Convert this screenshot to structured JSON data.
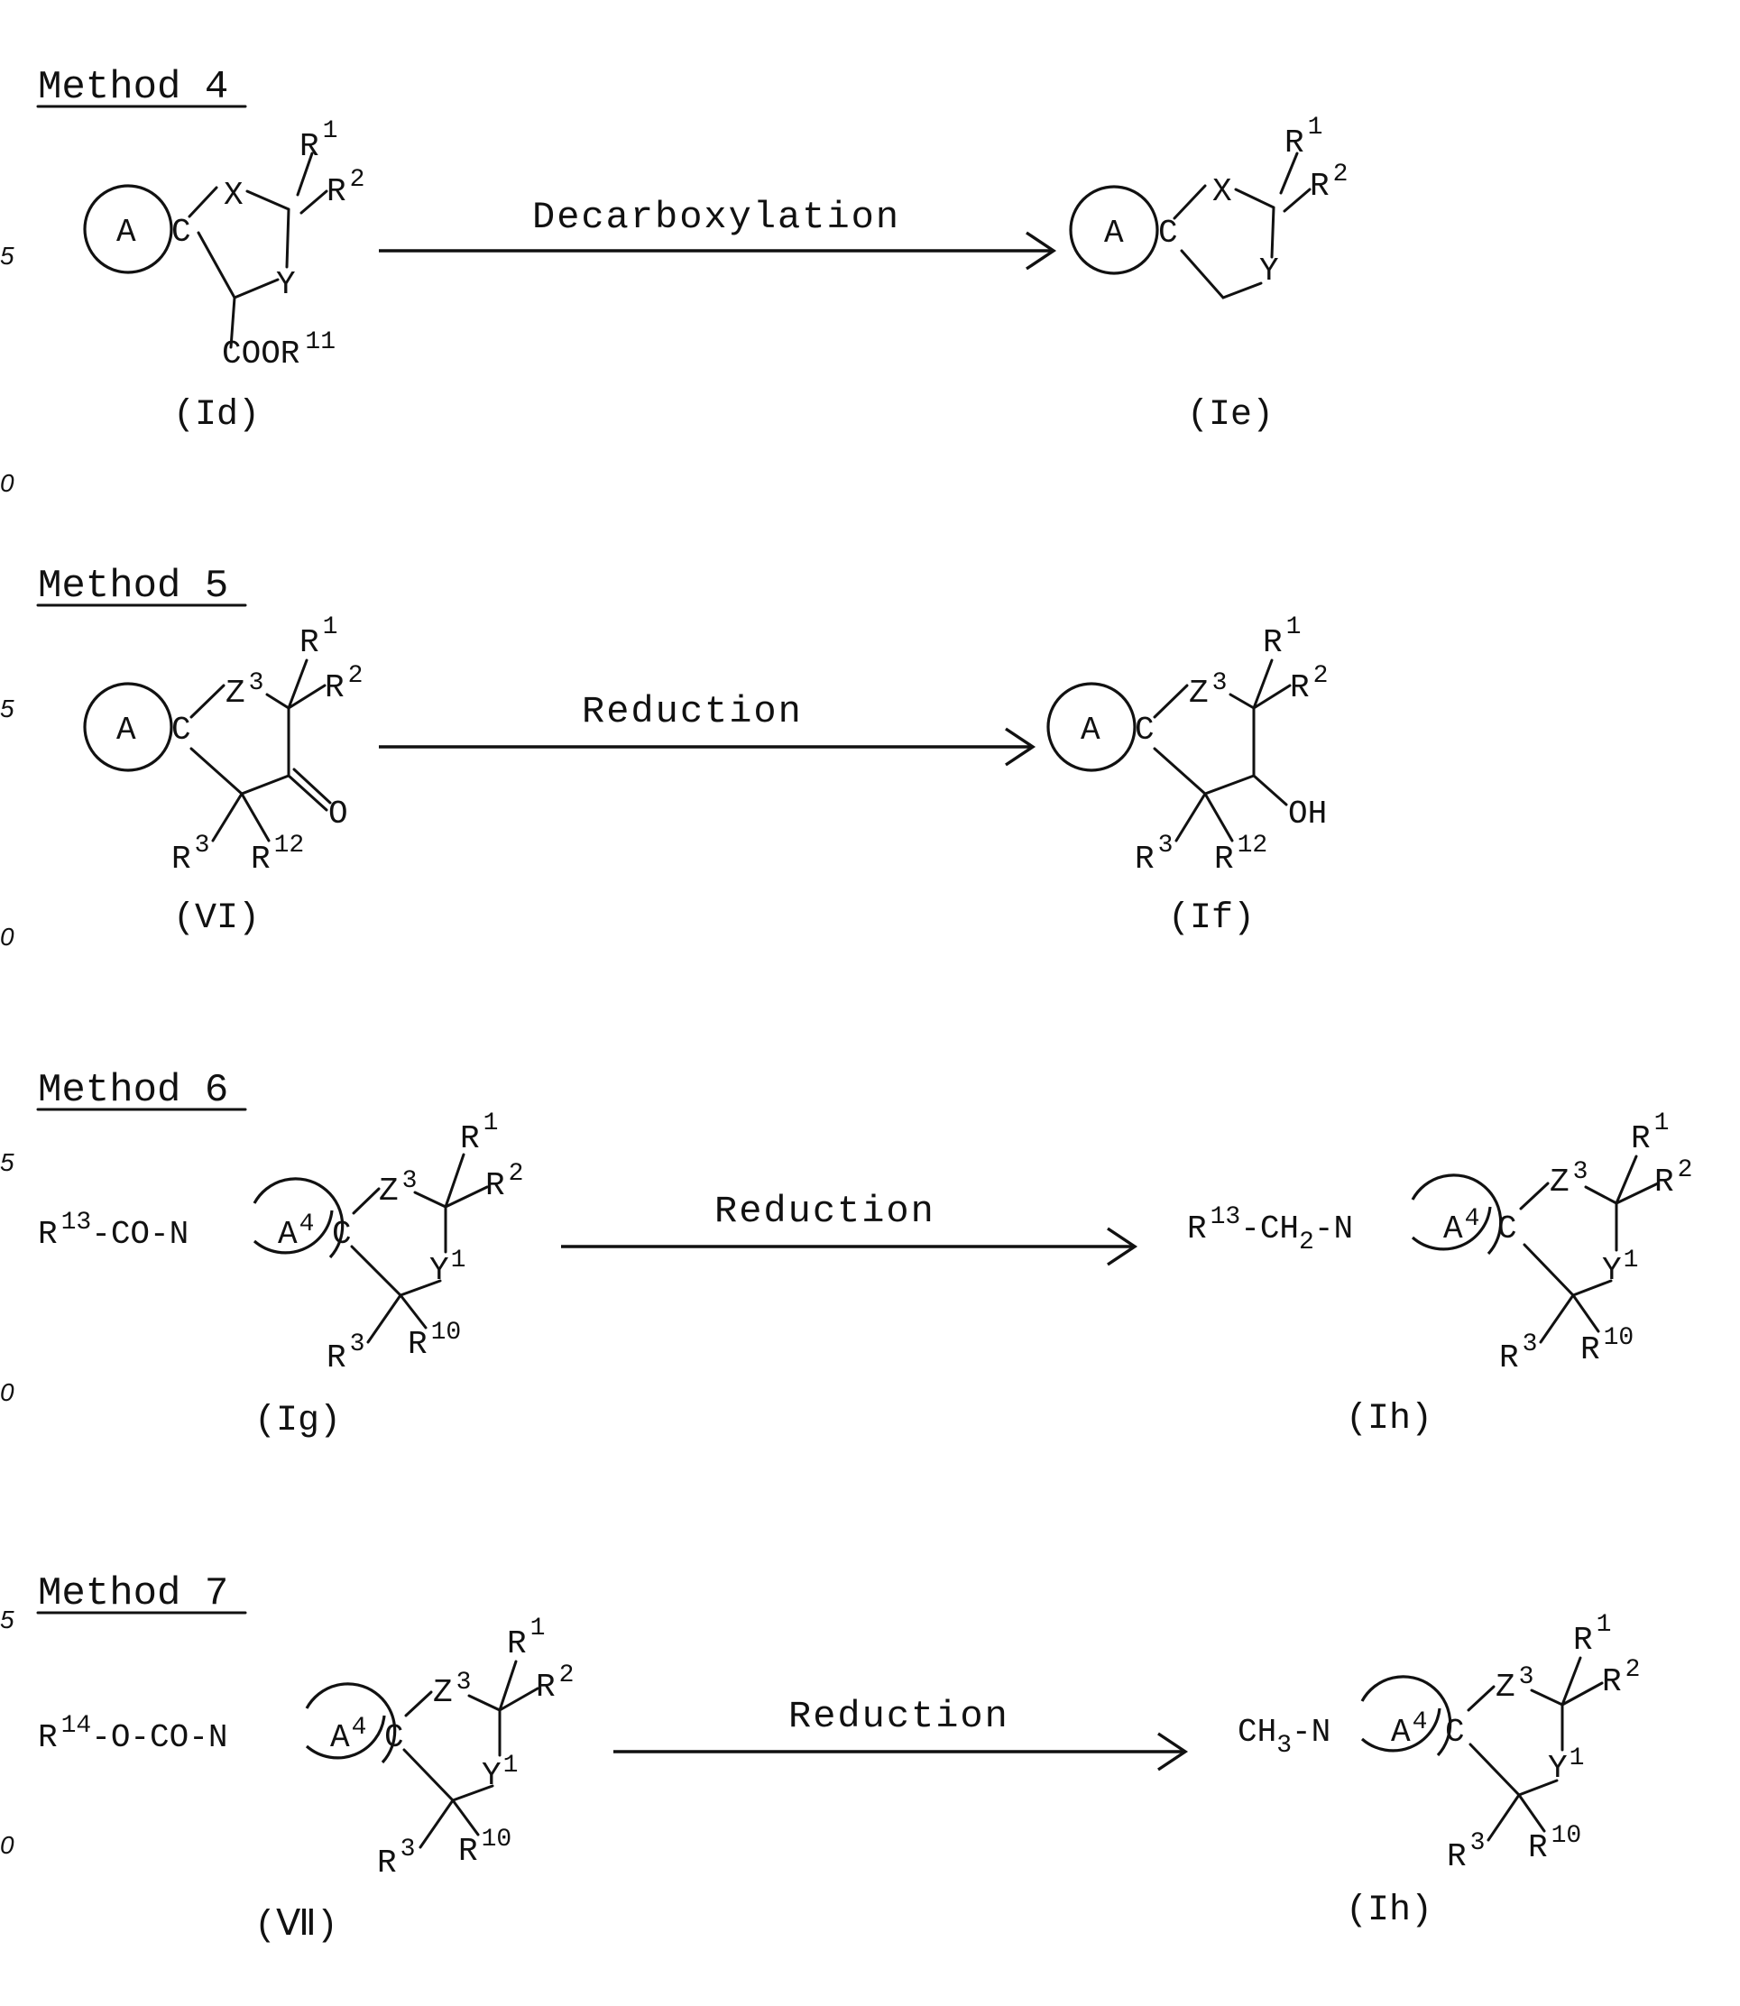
{
  "margin_numbers": [
    "5",
    "0",
    "5",
    "0",
    "5",
    "0",
    "5",
    "0"
  ],
  "methods": [
    {
      "heading": "Method 4",
      "reagent": "Decarboxylation",
      "start": {
        "label": "(Id)",
        "ring": "A",
        "c": "C",
        "x": "X",
        "y": "Y",
        "r1": "R",
        "r1sup": "1",
        "r2": "R",
        "r2sup": "2",
        "ester": "COOR",
        "estersup": "11"
      },
      "product": {
        "label": "(Ie)",
        "ring": "A",
        "c": "C",
        "x": "X",
        "y": "Y",
        "r1": "R",
        "r1sup": "1",
        "r2": "R",
        "r2sup": "2"
      }
    },
    {
      "heading": "Method 5",
      "reagent": "Reduction",
      "start": {
        "label": "(VI)",
        "ring": "A",
        "c": "C",
        "z": "Z",
        "zsup": "3",
        "r1": "R",
        "r1sup": "1",
        "r2": "R",
        "r2sup": "2",
        "o": "O",
        "r3": "R",
        "r3sup": "3",
        "r12": "R",
        "r12sup": "12"
      },
      "product": {
        "label": "(If)",
        "ring": "A",
        "c": "C",
        "z": "Z",
        "zsup": "3",
        "r1": "R",
        "r1sup": "1",
        "r2": "R",
        "r2sup": "2",
        "oh": "OH",
        "r3": "R",
        "r3sup": "3",
        "r12": "R",
        "r12sup": "12"
      }
    },
    {
      "heading": "Method 6",
      "reagent": "Reduction",
      "start": {
        "label": "(Ig)",
        "prefix_r": "R",
        "prefix_sup": "13",
        "prefix_rest": "-CO-N",
        "ring": "A",
        "ringsup": "4",
        "c": "C",
        "z": "Z",
        "zsup": "3",
        "r1": "R",
        "r1sup": "1",
        "r2": "R",
        "r2sup": "2",
        "y": "Y",
        "ysup": "1",
        "r3": "R",
        "r3sup": "3",
        "r10": "R",
        "r10sup": "10"
      },
      "product": {
        "label": "(Ih)",
        "prefix_r": "R",
        "prefix_sup": "13",
        "prefix_mid": "-CH",
        "prefix_sub": "2",
        "prefix_end": "-N",
        "ring": "A",
        "ringsup": "4",
        "c": "C",
        "z": "Z",
        "zsup": "3",
        "r1": "R",
        "r1sup": "1",
        "r2": "R",
        "r2sup": "2",
        "y": "Y",
        "ysup": "1",
        "r3": "R",
        "r3sup": "3",
        "r10": "R",
        "r10sup": "10"
      }
    },
    {
      "heading": "Method 7",
      "reagent": "Reduction",
      "start": {
        "label": "(Ⅶ)",
        "prefix_r": "R",
        "prefix_sup": "14",
        "prefix_rest": "-O-CO-N",
        "ring": "A",
        "ringsup": "4",
        "c": "C",
        "z": "Z",
        "zsup": "3",
        "r1": "R",
        "r1sup": "1",
        "r2": "R",
        "r2sup": "2",
        "y": "Y",
        "ysup": "1",
        "r3": "R",
        "r3sup": "3",
        "r10": "R",
        "r10sup": "10"
      },
      "product": {
        "label": "(Ih)",
        "prefix_a": "CH",
        "prefix_sub": "3",
        "prefix_b": "-N",
        "ring": "A",
        "ringsup": "4",
        "c": "C",
        "z": "Z",
        "zsup": "3",
        "r1": "R",
        "r1sup": "1",
        "r2": "R",
        "r2sup": "2",
        "y": "Y",
        "ysup": "1",
        "r3": "R",
        "r3sup": "3",
        "r10": "R",
        "r10sup": "10"
      }
    }
  ]
}
